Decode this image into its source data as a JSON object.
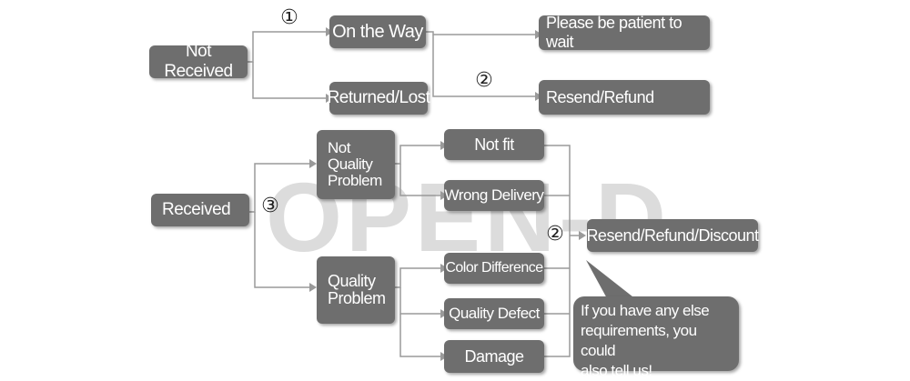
{
  "watermark": "OPEN-D",
  "nodes": {
    "not_received": "Not Received",
    "on_the_way": "On the Way",
    "returned_lost": "Returned/Lost",
    "please_wait": "Please be patient to wait",
    "resend_refund": "Resend/Refund",
    "received": "Received",
    "not_quality_problem": "Not\nQuality\nProblem",
    "quality_problem": "Quality\nProblem",
    "not_fit": "Not fit",
    "wrong_delivery": "Wrong Delivery",
    "color_difference": "Color Difference",
    "quality_defect": "Quality Defect",
    "damage": "Damage",
    "resend_refund_discount": "Resend/Refund/Discount"
  },
  "markers": {
    "one": "①",
    "two_top": "②",
    "three": "③",
    "two_bottom": "②"
  },
  "note": "If you have any else\nrequirements, you could\nalso tell us!"
}
